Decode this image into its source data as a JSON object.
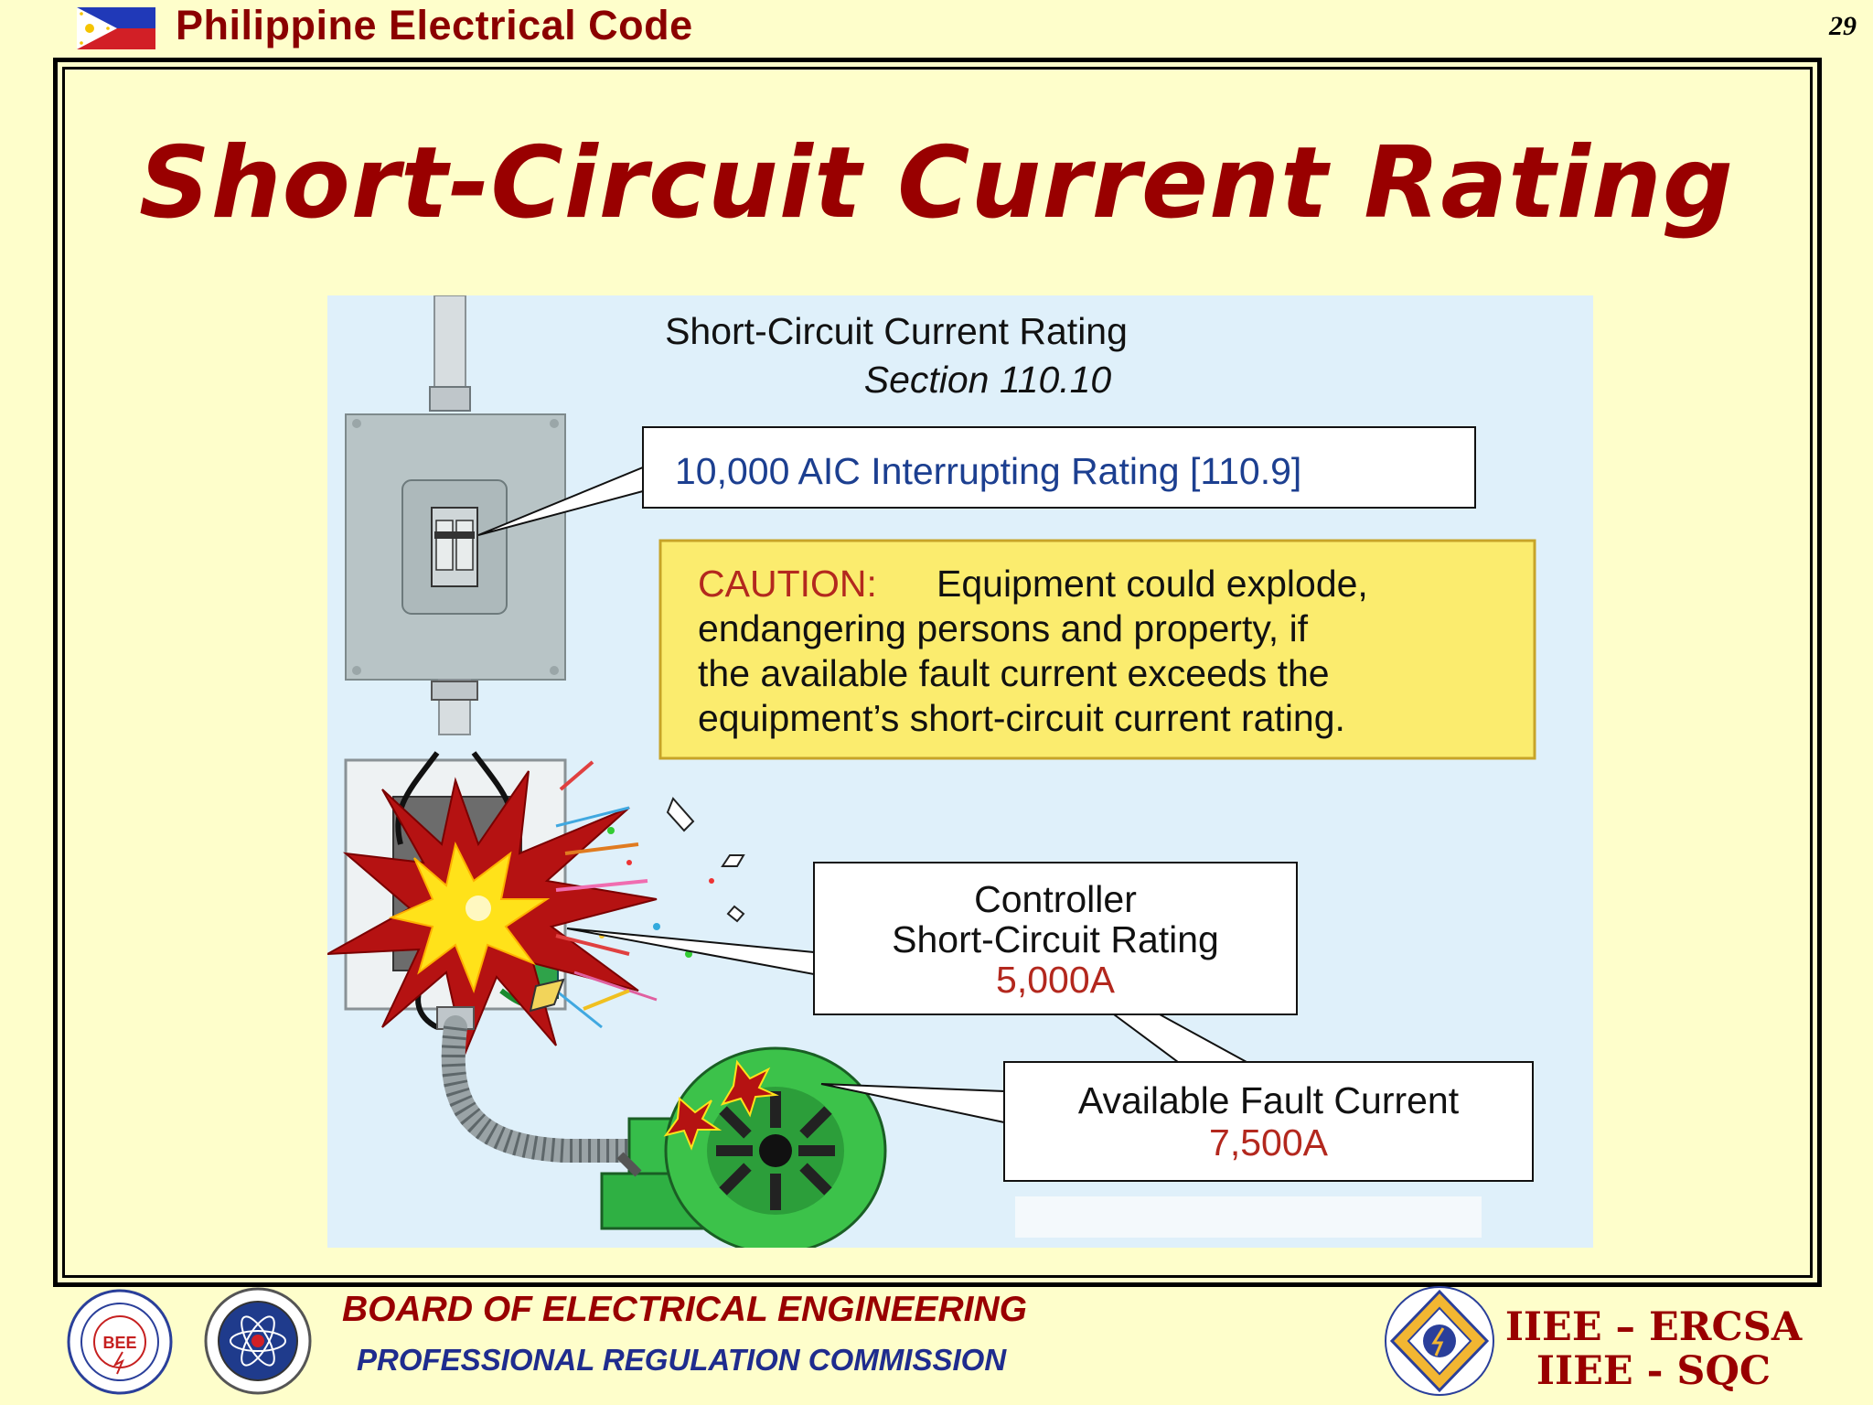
{
  "header": {
    "title": "Philippine Electrical Code",
    "page_number": "29"
  },
  "slide": {
    "title": "Short-Circuit Current Rating"
  },
  "figure": {
    "heading": "Short-Circuit Current Rating",
    "section": "Section 110.10",
    "aic_label": "10,000 AIC Interrupting Rating [110.9]",
    "caution_word": "CAUTION:",
    "caution_lines": [
      "Equipment could explode,",
      "endangering persons and property, if",
      "the available fault current exceeds the",
      "equipment’s short-circuit current rating."
    ],
    "controller_line1": "Controller",
    "controller_line2": "Short-Circuit Rating",
    "controller_value": "5,000A",
    "fault_label": "Available Fault Current",
    "fault_value": "7,500A"
  },
  "footer": {
    "board": "BOARD OF ELECTRICAL ENGINEERING",
    "commission": "PROFESSIONAL  REGULATION COMMISSION",
    "iiee_line1": "IIEE – ERCSA",
    "iiee_line2": "IIEE - SQC",
    "bee_seal_text": "BEE"
  },
  "colors": {
    "background": "#fefecb",
    "title_red": "#990000",
    "navy": "#1f2c8e",
    "figure_bg": "#dff0fa",
    "caution_bg": "#fbec6e",
    "motor_green": "#3cc24a"
  }
}
